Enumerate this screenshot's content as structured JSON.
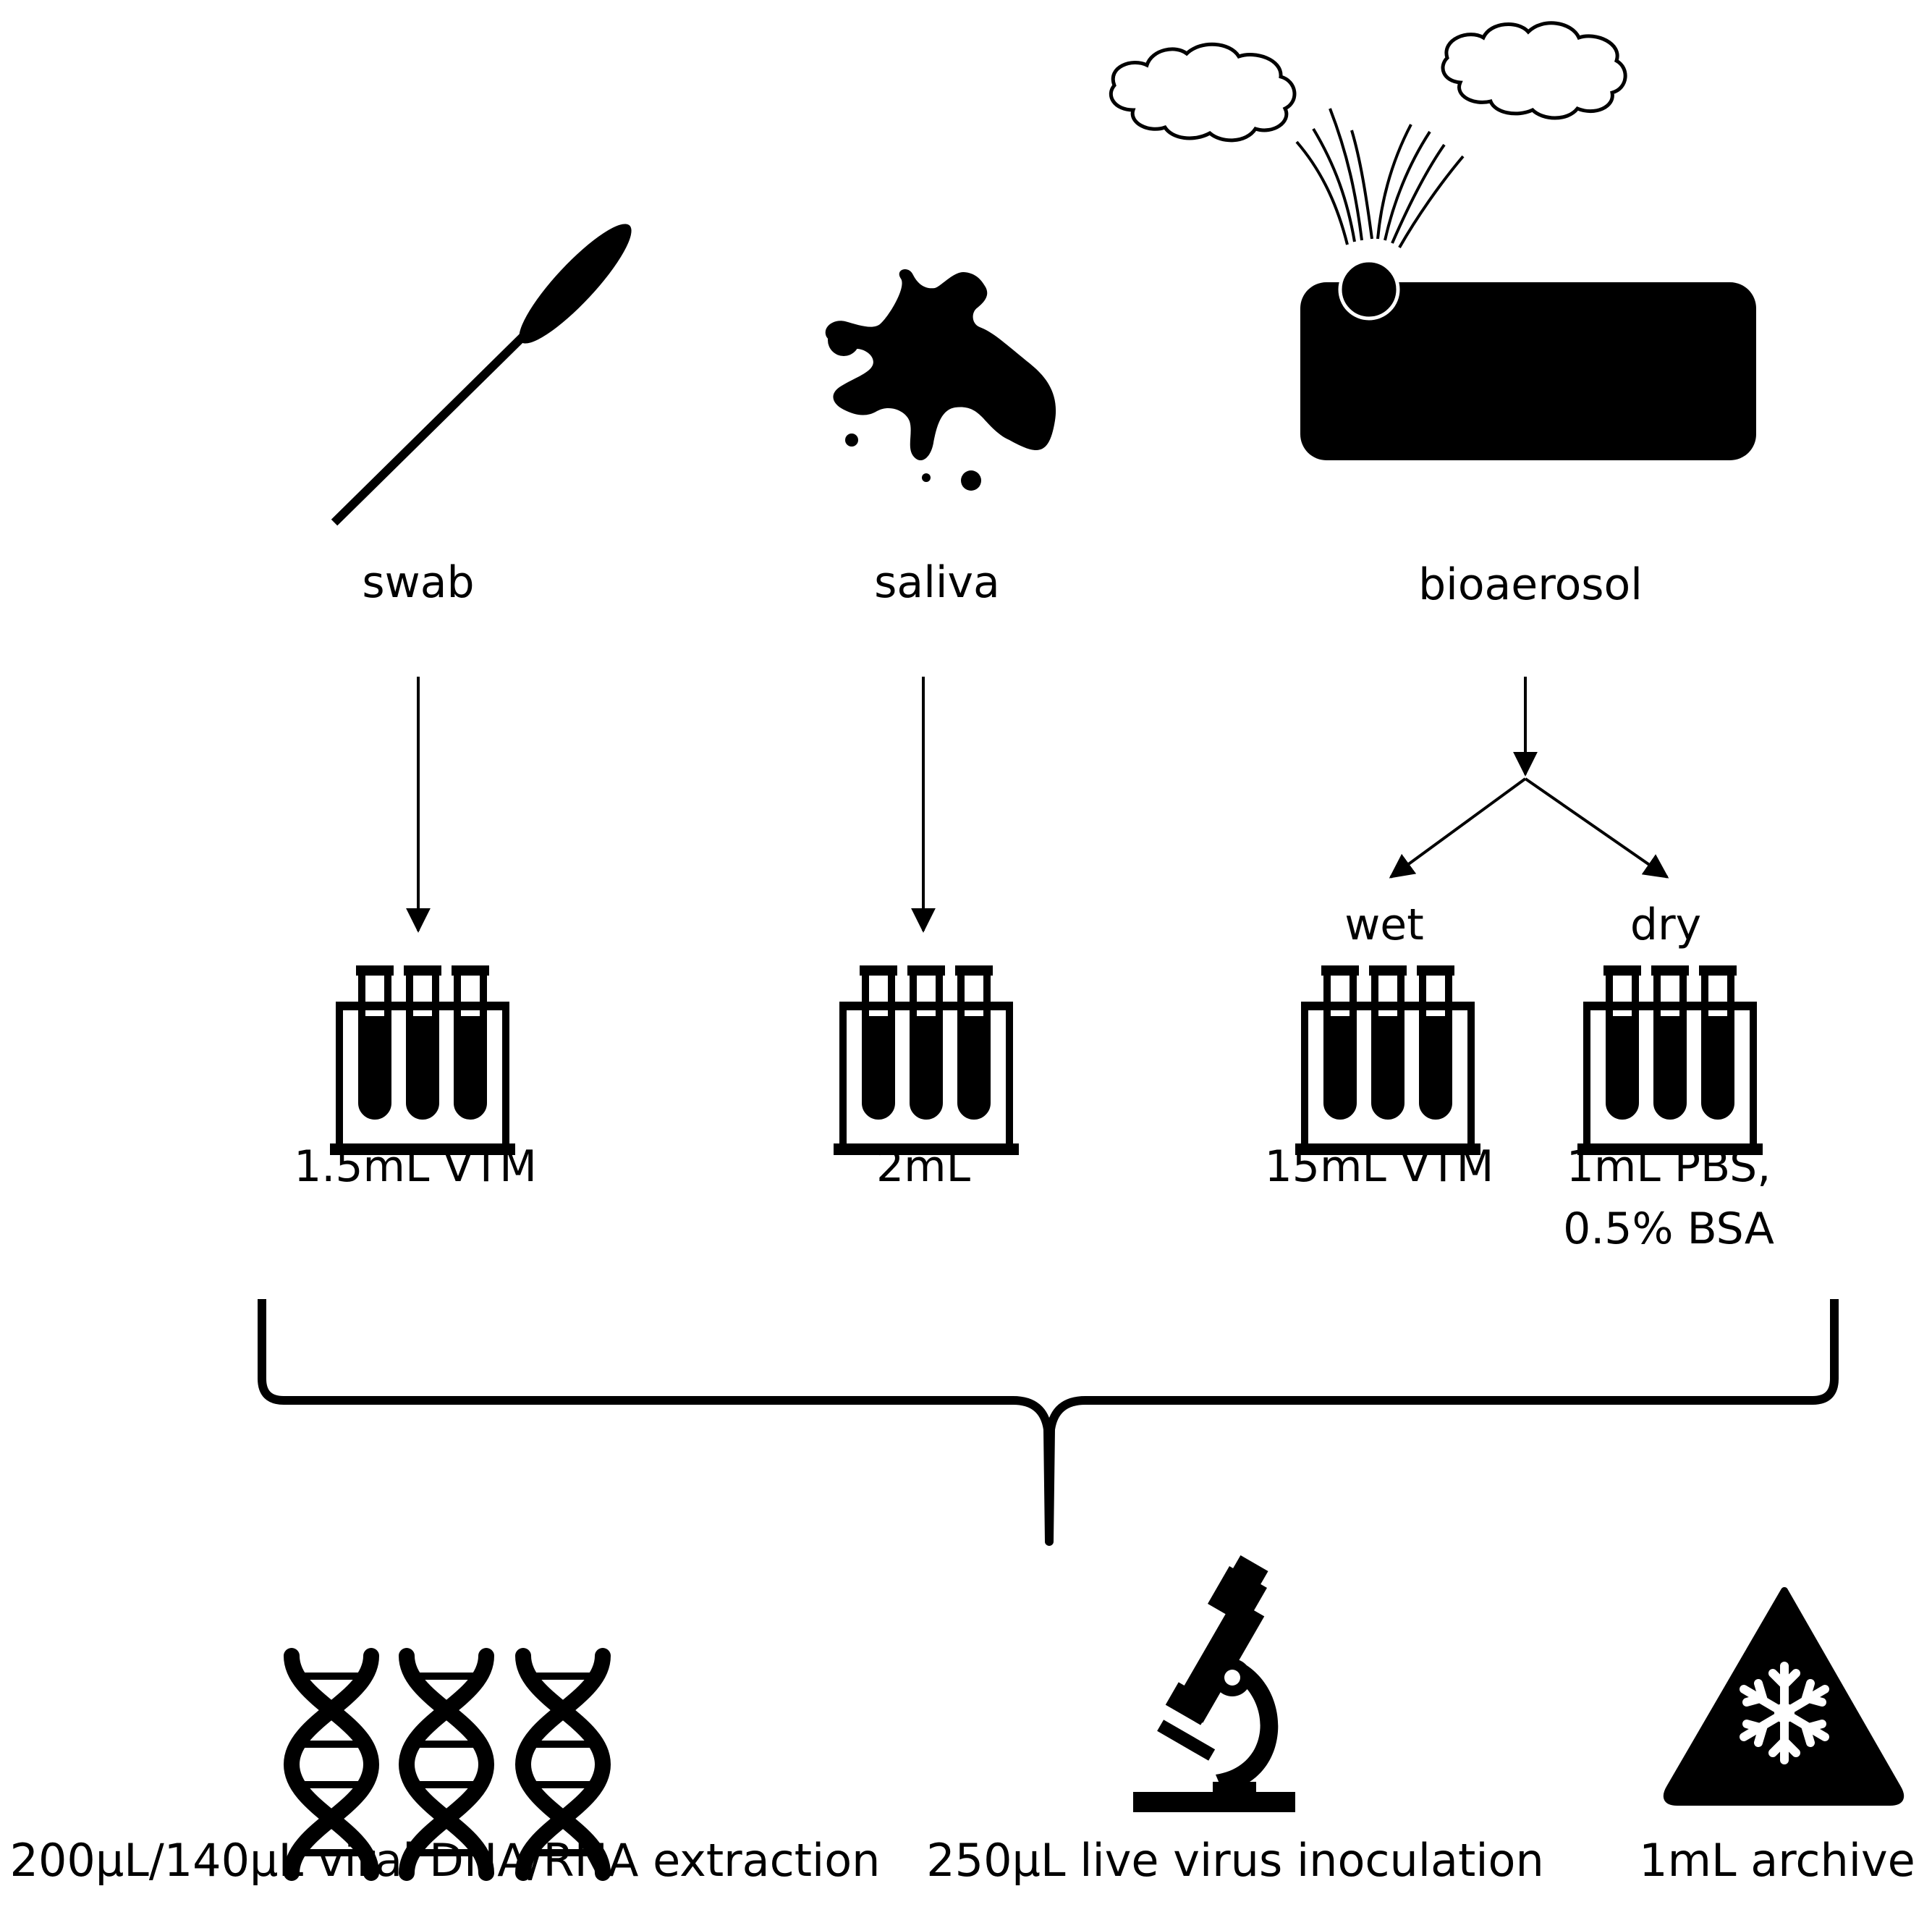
{
  "sources": {
    "swab": "swab",
    "saliva": "saliva",
    "bioaerosol": "bioaerosol"
  },
  "branches": {
    "wet": "wet",
    "dry": "dry"
  },
  "volumes": {
    "swab": "1.5mL VTM",
    "saliva": "2mL",
    "wet": "15mL VTM",
    "dry_line1": "1mL PBS,",
    "dry_line2": "0.5% BSA"
  },
  "uses": {
    "extraction": "200µL/140µL viral DNA/RNA extraction",
    "inoculation": "250µL live virus inoculation",
    "archive": "1mL archive"
  },
  "icons": {
    "swab": "swab-icon",
    "saliva": "saliva-splash-icon",
    "bioaerosol": "bioaerosol-sampler-icon",
    "tubes": "test-tube-rack-icon",
    "dna": "dna-icon",
    "microscope": "microscope-icon",
    "archive": "snowflake-warning-icon"
  },
  "colors": {
    "ink": "#000000",
    "background": "#ffffff"
  }
}
